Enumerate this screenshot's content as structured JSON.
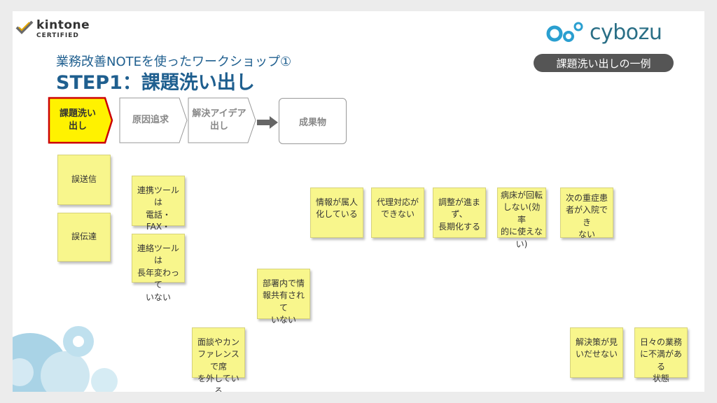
{
  "badge": {
    "line1": "kintone",
    "line2": "CERTIFIED"
  },
  "brand": {
    "name": "cybozu"
  },
  "tag": "課題洗い出しの一例",
  "header": {
    "subtitle": "業務改善NOTEを使ったワークショップ①",
    "title": "STEP1：課題洗い出し"
  },
  "process": {
    "steps": [
      "課題洗い\n出し",
      "原因追求",
      "解決アイデア\n出し"
    ],
    "result": "成果物"
  },
  "notes": [
    "誤送信",
    "誤伝達",
    "連携ツールは\n電話・FAX・\n郵便",
    "連絡ツールは\n長年変わって\nいない",
    "情報が属人\n化している",
    "代理対応が\nできない",
    "調整が進まず、\n長期化する",
    "病床が回転\nしない(効率\n的に使えな\nい)",
    "次の重症患\n者が入院でき\nない",
    "部署内で情\n報共有されて\nいない",
    "面談やカン\nファレンスで席\nを外している",
    "解決策が見\nいだせない",
    "日々の業務\nに不満がある\n状態"
  ],
  "colors": {
    "accent": "#1f5f8f",
    "active_step_fill": "#fff200",
    "active_step_border": "#cc0000",
    "note": "#f8f68c",
    "brand": "#2a6f86"
  }
}
